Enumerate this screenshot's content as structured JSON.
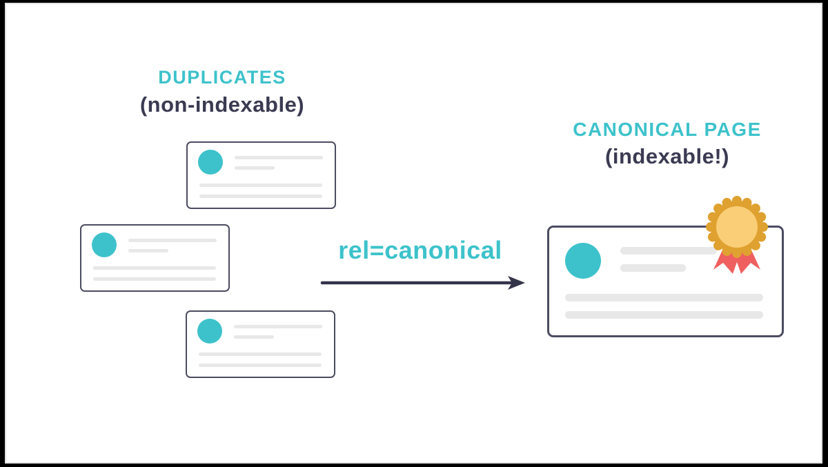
{
  "diagram": {
    "left_group": {
      "title": "DUPLICATES",
      "subtitle": "(non-indexable)",
      "card_count": 3
    },
    "relation": {
      "label": "rel=canonical",
      "arrow_direction": "right"
    },
    "right_group": {
      "title": "CANONICAL PAGE",
      "subtitle": "(indexable!)",
      "badge": "award-ribbon"
    }
  },
  "colors": {
    "teal": "#3dc2cb",
    "navy": "#3a3a52",
    "card-border": "#4b4b61",
    "placeholder-gray": "#e8e8e8",
    "arrow": "#33334a",
    "gold": "#dfa12f",
    "gold-light": "#f9ce77",
    "ribbon-red": "#f05f5f",
    "frame-black": "#000000"
  }
}
